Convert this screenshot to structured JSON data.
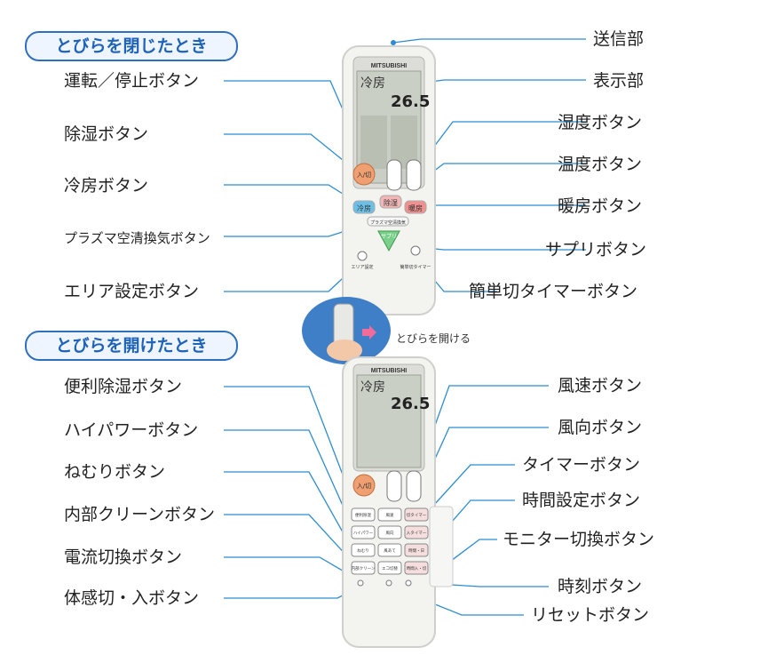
{
  "sections": {
    "closed": "とびらを閉じたとき",
    "open": "とびらを開けたとき"
  },
  "caption": "とびらを開ける",
  "brand": "MITSUBISHI",
  "closed_left": [
    "運転／停止ボタン",
    "除湿ボタン",
    "冷房ボタン",
    "プラズマ空清換気ボタン",
    "エリア設定ボタン"
  ],
  "closed_right": [
    "送信部",
    "表示部",
    "湿度ボタン",
    "温度ボタン",
    "暖房ボタン",
    "サプリボタン",
    "簡単切タイマーボタン"
  ],
  "open_left": [
    "便利除湿ボタン",
    "ハイパワーボタン",
    "ねむりボタン",
    "内部クリーンボタン",
    "電流切換ボタン",
    "体感切・入ボタン"
  ],
  "open_right": [
    "風速ボタン",
    "風向ボタン",
    "タイマーボタン",
    "時間設定ボタン",
    "モニター切換ボタン",
    "時刻ボタン",
    "リセットボタン"
  ],
  "remote_closed": {
    "display_mode": "冷房",
    "display_temp": "26.5",
    "btn_power": "入/切",
    "btn_dry": "除湿",
    "btn_cool": "冷房",
    "btn_heat": "暖房",
    "btn_plasma": "プラズマ空清換気",
    "btn_supply": "サプリ",
    "area_label": "エリア設定",
    "timer_label": "簡単切タイマー"
  },
  "remote_open": {
    "display_mode": "冷房",
    "display_temp": "26.5",
    "btn_power": "入/切",
    "grid": [
      "便利除湿",
      "風速",
      "切タイマー",
      "ハイパワー",
      "風向",
      "入タイマー",
      "ねむり",
      "風あて",
      "時間・日",
      "内部クリーン",
      "エコ切替",
      "時間入・切"
    ]
  },
  "colors": {
    "accent": "#2f6fbe",
    "line": "#2d8ccf",
    "dot": "#2d8ccf",
    "power": "#f0a070",
    "cool": "#6cc0e8",
    "dry": "#f2b6b6",
    "heat": "#f29090",
    "supply": "#7ad08a"
  }
}
